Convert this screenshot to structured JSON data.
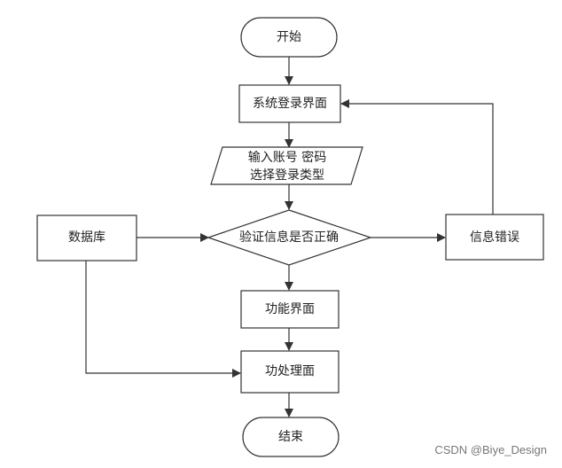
{
  "nodes": {
    "start": "开始",
    "login_screen": "系统登录界面",
    "input_line1": "输入账号 密码",
    "input_line2": "选择登录类型",
    "database": "数据库",
    "verify": "验证信息是否正确",
    "error": "信息错误",
    "function_screen": "功能界面",
    "process_screen": "功处理面",
    "end": "结束"
  },
  "watermark": "CSDN @Biye_Design",
  "colors": {
    "stroke": "#333333",
    "fill": "#ffffff",
    "arrow": "#333333"
  }
}
